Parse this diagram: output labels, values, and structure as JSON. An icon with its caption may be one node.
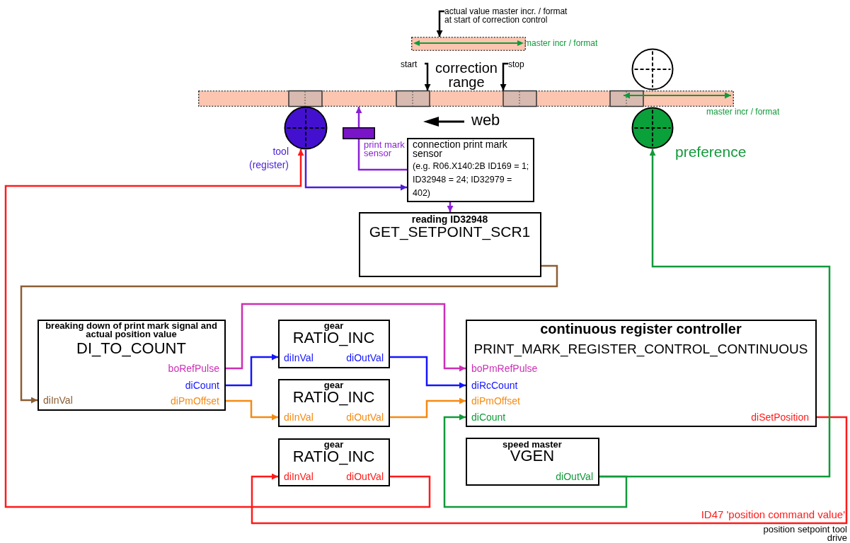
{
  "diagram": {
    "nodes": [
      {
        "text": [
          "actual value master incr. / format at start of correction control"
        ]
      },
      {
        "text": [],
        "shape": "bar"
      },
      {
        "text": [
          "start"
        ]
      },
      {
        "text": [
          "stop"
        ]
      },
      {
        "text": [],
        "shape": "circle"
      },
      {
        "text": [],
        "shape": "bar"
      },
      {
        "text": [],
        "shape": "circle",
        "beside": [
          "tool (register)"
        ]
      },
      {
        "text": [],
        "shape": "bar",
        "beside": [
          "print mark sensor"
        ]
      },
      {
        "text": [],
        "shape": "circle",
        "beside": [
          "preference"
        ]
      },
      {
        "text": [
          "connection print mark sensor",
          "(e.g. R06.X140:2B ID169 = 1; ID32948 = 24; ID32979 = 402)"
        ]
      },
      {
        "text": [
          "reading ID32948",
          "GET_SETPOINT_SCR1"
        ]
      },
      {
        "text": [
          "breaking down of print mark signal and actual position value",
          "DI_TO_COUNT",
          "diInVal",
          "boRefPulse",
          "diCount",
          "diPmOffset"
        ]
      },
      {
        "text": [
          "gear",
          "RATIO_INC",
          "diInVal",
          "diOutVal"
        ]
      },
      {
        "text": [
          "continuous register controller",
          "PRINT_MARK_REGISTER_CONTROL_CONTINUOUS",
          "boPmRefPulse",
          "diRcCount",
          "diPmOffset",
          "diCount",
          "diSetPosition"
        ]
      },
      {
        "text": [
          "gear",
          "RATIO_INC",
          "diInVal",
          "diOutVal"
        ]
      },
      {
        "text": [
          "gear",
          "RATIO_INC",
          "diInVal",
          "diOutVal"
        ]
      },
      {
        "text": [
          "speed master",
          "VGEN",
          "diOutVal"
        ]
      }
    ],
    "edges": [
      {
        "from": 0,
        "to": 1,
        "arrow": "to"
      },
      {
        "from": 2,
        "to": 5,
        "arrow": "to"
      },
      {
        "from": 3,
        "to": 5,
        "arrow": "to"
      },
      {
        "from": 7,
        "to": 5,
        "arrow": "to",
        "color": "#8a1fd6"
      },
      {
        "from": 7,
        "to": 9,
        "arrow": "none",
        "color": "#8a1fd6"
      },
      {
        "from": 6,
        "to": 9,
        "arrow": "to",
        "color": "#4b1fd6"
      },
      {
        "from": 9,
        "to": 10,
        "arrow": "to",
        "color": "#8a1fd6"
      },
      {
        "from": 10,
        "to": 11,
        "arrow": "to",
        "color": "#8b5e34"
      },
      {
        "from": 11,
        "to": 13,
        "arrow": "to",
        "color": "#cc2fb5"
      },
      {
        "from": 11,
        "to": 12,
        "arrow": "to",
        "color": "#1515ff"
      },
      {
        "from": 12,
        "to": 13,
        "arrow": "to",
        "color": "#1515ff"
      },
      {
        "from": 11,
        "to": 14,
        "arrow": "to",
        "color": "#f58a12"
      },
      {
        "from": 14,
        "to": 13,
        "arrow": "to",
        "color": "#f58a12"
      },
      {
        "from": 15,
        "to": 6,
        "arrow": "to",
        "color": "#ff1a1a"
      },
      {
        "from": 13,
        "to": 15,
        "arrow": "to",
        "color": "#ff1a1a",
        "label": "ID47 'position command value'"
      },
      {
        "from": 16,
        "to": 8,
        "arrow": "to",
        "color": "#119a3a"
      },
      {
        "from": 16,
        "to": 13,
        "arrow": "to",
        "color": "#119a3a"
      }
    ],
    "labels": [
      "master incr / format",
      "correction range",
      "web",
      "master incr / format",
      "position setpoint tool drive"
    ]
  }
}
